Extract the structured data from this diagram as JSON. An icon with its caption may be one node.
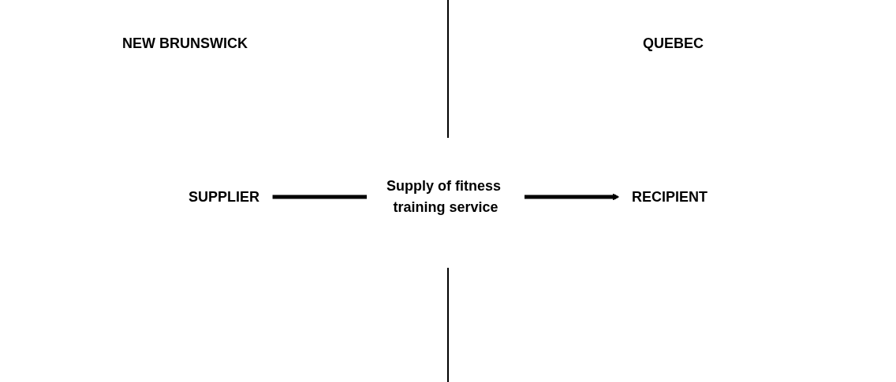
{
  "diagram": {
    "nodes": [
      {
        "text": [
          "SUPPLIER"
        ]
      },
      {
        "text": [
          "RECIPIENT"
        ]
      }
    ],
    "edges": [
      {
        "from": 0,
        "to": 1,
        "arrow": "to",
        "label": "Supply of fitness training service"
      }
    ],
    "labels": [
      "NEW BRUNSWICK",
      "QUEBEC"
    ]
  }
}
